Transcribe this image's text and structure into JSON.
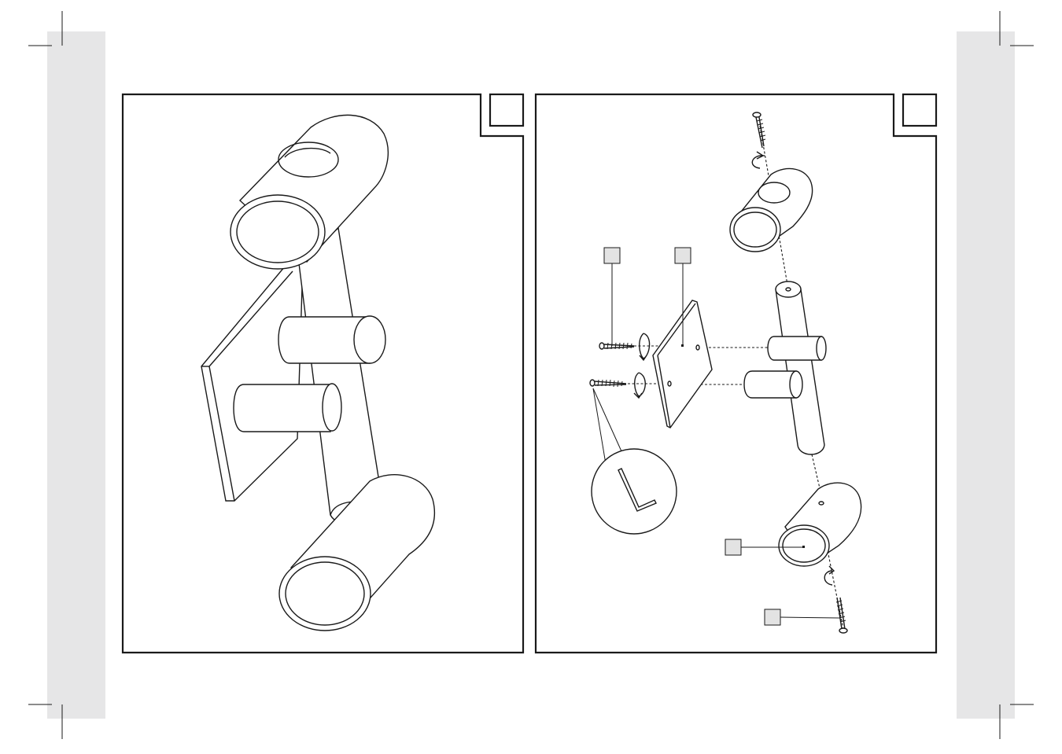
{
  "document": {
    "type": "assembly-instructions-spread",
    "colors": {
      "margin_band": "#e6e6e7",
      "line": "#1a1a1a",
      "part_callout_fill": "#e3e3e3",
      "background": "#ffffff"
    }
  },
  "panels": [
    {
      "id": "left",
      "step_number": "",
      "depicts": "assembled-product",
      "parts": [
        "top-cylinder",
        "bottom-cylinder",
        "diagonal-rod",
        "mounting-plate",
        "upper-standoff",
        "lower-standoff"
      ]
    },
    {
      "id": "right",
      "step_number": "",
      "depicts": "exploded-assembly",
      "parts": [
        "top-screw",
        "top-cylinder",
        "diagonal-rod",
        "upper-standoff",
        "lower-standoff",
        "mounting-plate",
        "plate-screw-upper",
        "plate-screw-lower",
        "bottom-cylinder",
        "bottom-screw",
        "allen-key-detail"
      ],
      "callouts": [
        "",
        "",
        "",
        ""
      ],
      "rotation_arrows": 4
    }
  ]
}
